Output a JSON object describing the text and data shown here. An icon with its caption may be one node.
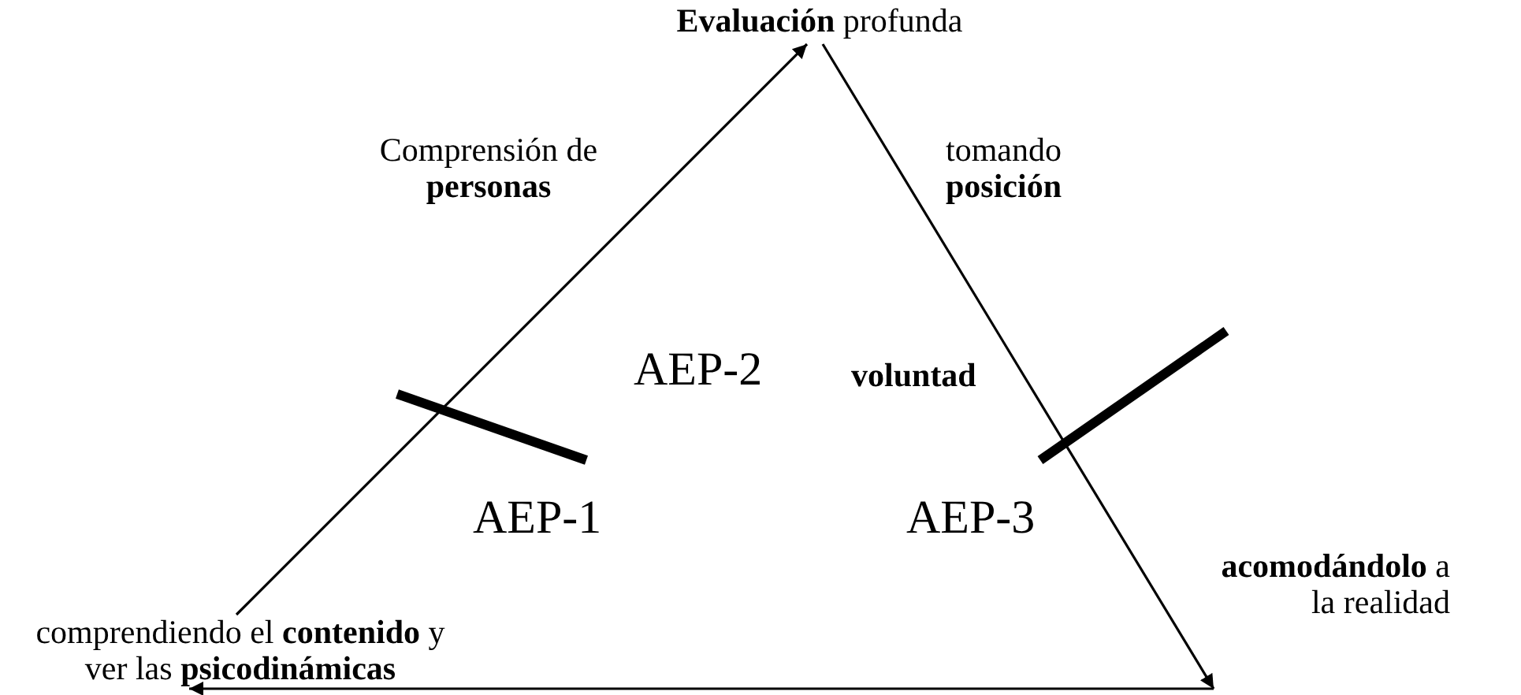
{
  "diagram": {
    "nodes": [
      {
        "text": [
          "**Evaluación** profunda"
        ]
      },
      {
        "text": [
          "comprendiendo el **contenido** y ver las **psicodinámicas**"
        ]
      },
      {
        "text": [
          "**acomodándolo** a la realidad"
        ]
      }
    ],
    "edges": [
      {
        "from": 1,
        "to": 0,
        "arrow": "to",
        "label": "Comprensión de **personas**"
      },
      {
        "from": 0,
        "to": 2,
        "arrow": "to",
        "label": "tomando **posición**"
      },
      {
        "from": 2,
        "to": 1,
        "arrow": "to"
      }
    ],
    "labels": [
      "AEP-2",
      "voluntad",
      "AEP-1",
      "AEP-3"
    ]
  }
}
